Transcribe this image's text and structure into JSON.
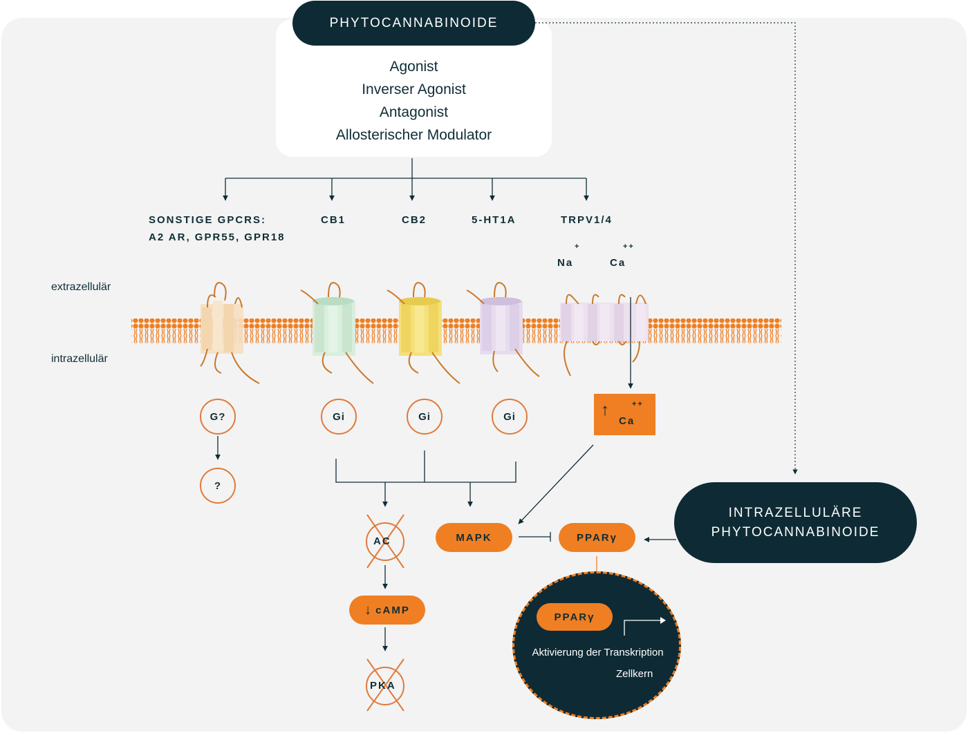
{
  "title": "PHYTOCANNABINOIDE",
  "effects": [
    "Agonist",
    "Inverser Agonist",
    "Antagonist",
    "Allosterischer Modulator"
  ],
  "receptors": {
    "other_gpcrs_line1": "SONSTIGE GPCRS:",
    "other_gpcrs_line2": "A2 AR, GPR55, GPR18",
    "cb1": "CB1",
    "cb2": "CB2",
    "ht1a": "5-HT1A",
    "trpv": "TRPV1/4"
  },
  "ions": {
    "na": "Na",
    "na_charge": "+",
    "ca": "Ca",
    "ca_charge": "++"
  },
  "membrane": {
    "extracellular": "extrazellulär",
    "intracellular": "intrazellulär"
  },
  "proteins": {
    "g_unknown": "G?",
    "unknown": "?",
    "gi": "Gi"
  },
  "ca_box": {
    "label": "Ca",
    "charge": "++",
    "arrow": "↑"
  },
  "effectors": {
    "ac": "AC",
    "camp": "cAMP",
    "pka": "PKA",
    "mapk": "MAPK",
    "ppar": "PPARγ"
  },
  "intracellular_title": [
    "INTRAZELLULÄRE",
    "PHYTOCANNABINOIDE"
  ],
  "nucleus": {
    "ppar": "PPARγ",
    "activation": "Aktivierung der Transkription",
    "label": "Zellkern"
  },
  "colors": {
    "dark": "#0e2b35",
    "orange": "#ef7f22",
    "panel": "#f3f3f3",
    "gpcr_other": "#f6dfc0",
    "cb1": "#d9eedd",
    "cb2": "#f5e07a",
    "ht1a": "#e6dcee",
    "trpv": "#ece0ee"
  }
}
